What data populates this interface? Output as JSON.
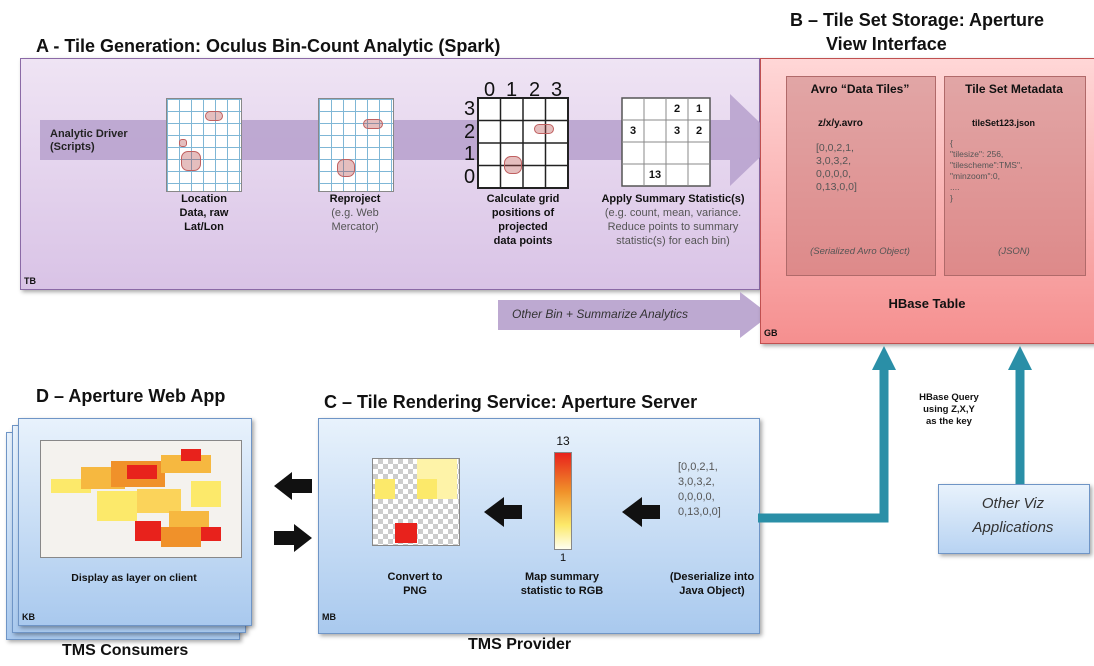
{
  "titles": {
    "a": "A - Tile Generation: Oculus Bin-Count Analytic (Spark)",
    "b_line1": "B – Tile Set Storage: Aperture",
    "b_line2": "View Interface",
    "c": "C – Tile Rendering Service: Aperture Server",
    "d": "D – Aperture Web App"
  },
  "panel_a": {
    "corner": "TB",
    "driver_line1": "Analytic Driver",
    "driver_line2": "(Scripts)",
    "step1": [
      "Location",
      "Data, raw",
      "Lat/Lon"
    ],
    "step2": [
      "Reproject",
      "(e.g. Web",
      "Mercator)"
    ],
    "step3": [
      "Calculate grid",
      "positions of",
      "projected",
      "data points"
    ],
    "step4_title": "Apply Summary Statistic(s)",
    "step4_desc": [
      "(e.g. count, mean, variance.",
      "Reduce points to summary",
      "statistic(s) for each bin)"
    ],
    "grid_col_labels": [
      "0",
      "1",
      "2",
      "3"
    ],
    "grid_row_labels": [
      "3",
      "2",
      "1",
      "0"
    ],
    "summary_cells": {
      "r0c2": "2",
      "r0c3": "1",
      "r1c0": "3",
      "r1c2": "3",
      "r1c3": "2",
      "r3c1": "13"
    },
    "other_analytics": "Other Bin + Summarize Analytics"
  },
  "panel_b": {
    "corner": "GB",
    "data_tiles_title": "Avro “Data Tiles”",
    "data_tiles_file": "z/x/y.avro",
    "data_tiles_values": [
      "[0,0,2,1,",
      "3,0,3,2,",
      "0,0,0,0,",
      "0,13,0,0]"
    ],
    "data_tiles_note": "(Serialized Avro Object)",
    "metadata_title": "Tile Set Metadata",
    "metadata_file": "tileSet123.json",
    "metadata_values": [
      "{",
      "\"tilesize\": 256,",
      "\"tilescheme\":TMS\",",
      "\"minzoom\":0,",
      "....",
      "}"
    ],
    "metadata_note": "(JSON)",
    "table_label": "HBase Table"
  },
  "panel_c": {
    "corner": "MB",
    "png_label": [
      "Convert to",
      "PNG"
    ],
    "colorbar_max": "13",
    "colorbar_min": "1",
    "rgb_label": [
      "Map summary",
      "statistic to RGB"
    ],
    "values": [
      "[0,0,2,1,",
      "3,0,3,2,",
      "0,0,0,0,",
      "0,13,0,0]"
    ],
    "deserialize_label": [
      "(Deserialize into",
      "Java Object)"
    ],
    "provider": "TMS Provider"
  },
  "panel_d": {
    "corner": "KB",
    "layer_label": "Display as layer on client",
    "consumers": "TMS Consumers"
  },
  "query": [
    "HBase Query",
    "using Z,X,Y",
    "as the key"
  ],
  "other_viz": [
    "Other Viz",
    "Applications"
  ],
  "colors": {
    "teal_arrow": "#2a8fa7",
    "purple_arrow": "#b6a0cc",
    "heat_red": "#e8221c",
    "heat_yellow": "#fce96a"
  }
}
